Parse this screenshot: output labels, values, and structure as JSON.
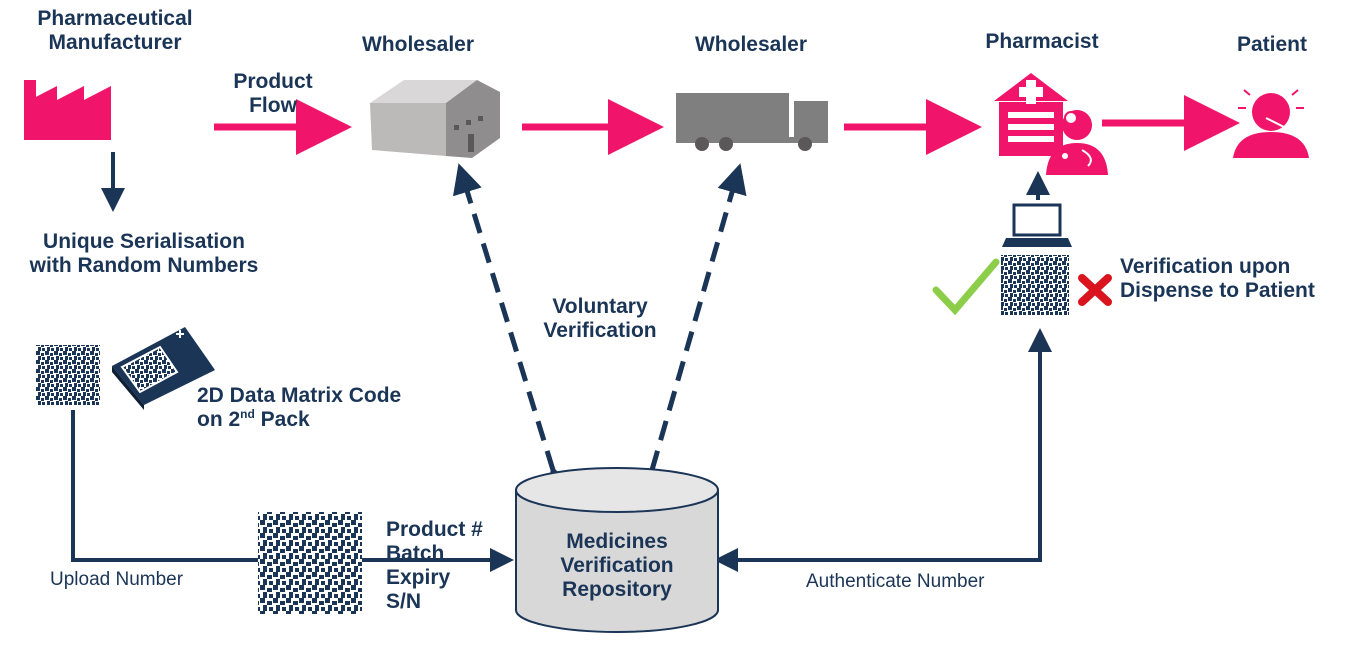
{
  "actors": {
    "manufacturer": {
      "line1": "Pharmaceutical",
      "line2": "Manufacturer"
    },
    "wholesaler_1": "Wholesaler",
    "wholesaler_2": "Wholesaler",
    "pharmacist": "Pharmacist",
    "patient": "Patient"
  },
  "product_flow": {
    "line1": "Product",
    "line2": "Flow"
  },
  "serialisation": {
    "line1": "Unique Serialisation",
    "line2": "with Random Numbers"
  },
  "voluntary_verification": {
    "line1": "Voluntary",
    "line2": "Verification"
  },
  "verification_dispense": {
    "line1": "Verification upon",
    "line2": "Dispense to Patient"
  },
  "data_matrix": {
    "line1": "2D Data Matrix Code",
    "line2_prefix": "on 2",
    "line2_sup": "nd",
    "line2_suffix": " Pack"
  },
  "fields": [
    "Product #",
    "Batch",
    "Expiry",
    "S/N"
  ],
  "repository": {
    "line1": "Medicines",
    "line2": "Verification",
    "line3": "Repository"
  },
  "upload_label": "Upload Number",
  "authenticate_label": "Authenticate Number",
  "colors": {
    "flow_pink": "#f0146a",
    "navy": "#1b3557",
    "building_gray": "#b9b6b6",
    "truck_gray": "#7f7f7f",
    "cylinder_fill": "#d8d8d8",
    "check_green": "#8ccd4a",
    "cross_red": "#d9141e"
  },
  "icons": [
    "factory-icon",
    "warehouse-icon",
    "truck-icon",
    "pharmacy-icon",
    "doctor-icon",
    "patient-icon",
    "laptop-icon",
    "checkmark-icon",
    "cross-icon",
    "data-matrix-icon",
    "medicine-box-icon",
    "database-icon"
  ]
}
